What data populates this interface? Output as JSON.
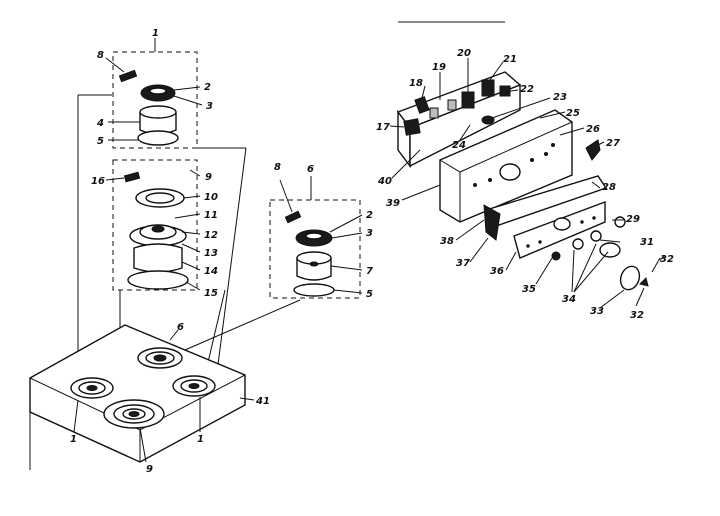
{
  "callouts": {
    "c1a": "1",
    "c8a": "8",
    "c2a": "2",
    "c3a": "3",
    "c4": "4",
    "c5a": "5",
    "c9top": "9",
    "c16": "16",
    "c10": "10",
    "c11": "11",
    "c12": "12",
    "c13": "13",
    "c14": "14",
    "c15": "15",
    "c6top": "6",
    "c8b": "8",
    "c2b": "2",
    "c3b": "3",
    "c7": "7",
    "c5b": "5",
    "c6cook": "6",
    "c41": "41",
    "c1left": "1",
    "c1right": "1",
    "c9bottom": "9",
    "c18": "18",
    "c19": "19",
    "c20": "20",
    "c21": "21",
    "c22": "22",
    "c23": "23",
    "c24": "24",
    "c25": "25",
    "c26": "26",
    "c27": "27",
    "c17": "17",
    "c40": "40",
    "c39": "39",
    "c28": "28",
    "c38": "38",
    "c29": "29",
    "c37": "37",
    "c36": "36",
    "c31": "31",
    "c35": "35",
    "c34": "34",
    "c32a": "32",
    "c33": "33",
    "c32b": "32"
  }
}
